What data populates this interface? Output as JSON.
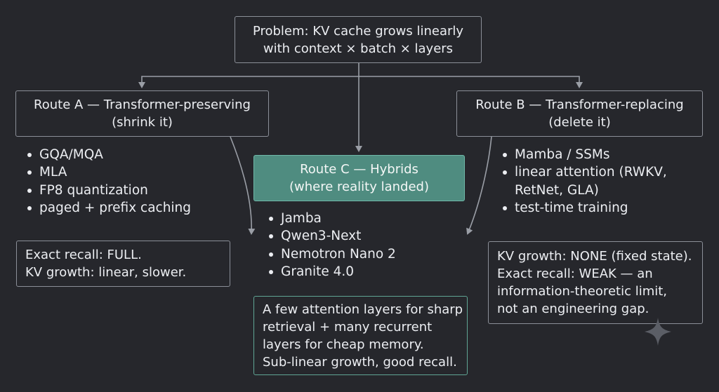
{
  "problem": {
    "lines": [
      "Problem: KV cache grows linearly",
      "with context × batch × layers"
    ]
  },
  "route_a": {
    "title_lines": [
      "Route A — Transformer-preserving",
      "(shrink it)"
    ],
    "bullets": [
      "GQA/MQA",
      "MLA",
      "FP8 quantization",
      "paged + prefix caching"
    ],
    "summary_lines": [
      "Exact recall: FULL.",
      "KV growth: linear, slower."
    ]
  },
  "route_b": {
    "title_lines": [
      "Route B — Transformer-replacing",
      "(delete it)"
    ],
    "bullets": [
      "Mamba / SSMs",
      "linear attention (RWKV,",
      "RetNet, GLA)",
      "test-time training"
    ],
    "summary_lines": [
      "KV growth: NONE (fixed state).",
      "Exact recall: WEAK — an",
      "information-theoretic limit,",
      "not an engineering gap."
    ]
  },
  "route_c": {
    "title_lines": [
      "Route C — Hybrids",
      "(where reality landed)"
    ],
    "bullets": [
      "Jamba",
      "Qwen3-Next",
      "Nemotron Nano 2",
      "Granite 4.0"
    ],
    "summary_lines": [
      "A few attention layers for sharp",
      "retrieval + many recurrent",
      "layers for cheap memory.",
      "Sub-linear growth, good recall."
    ]
  },
  "colors": {
    "background": "#26272c",
    "box_border": "#8b8f98",
    "text": "#eceef2",
    "hybrid_fill": "#4f8c80",
    "hybrid_border": "#6fb8a8",
    "connector": "#9a9ea6"
  },
  "icons": {
    "corner_decoration": "sparkle-icon"
  }
}
